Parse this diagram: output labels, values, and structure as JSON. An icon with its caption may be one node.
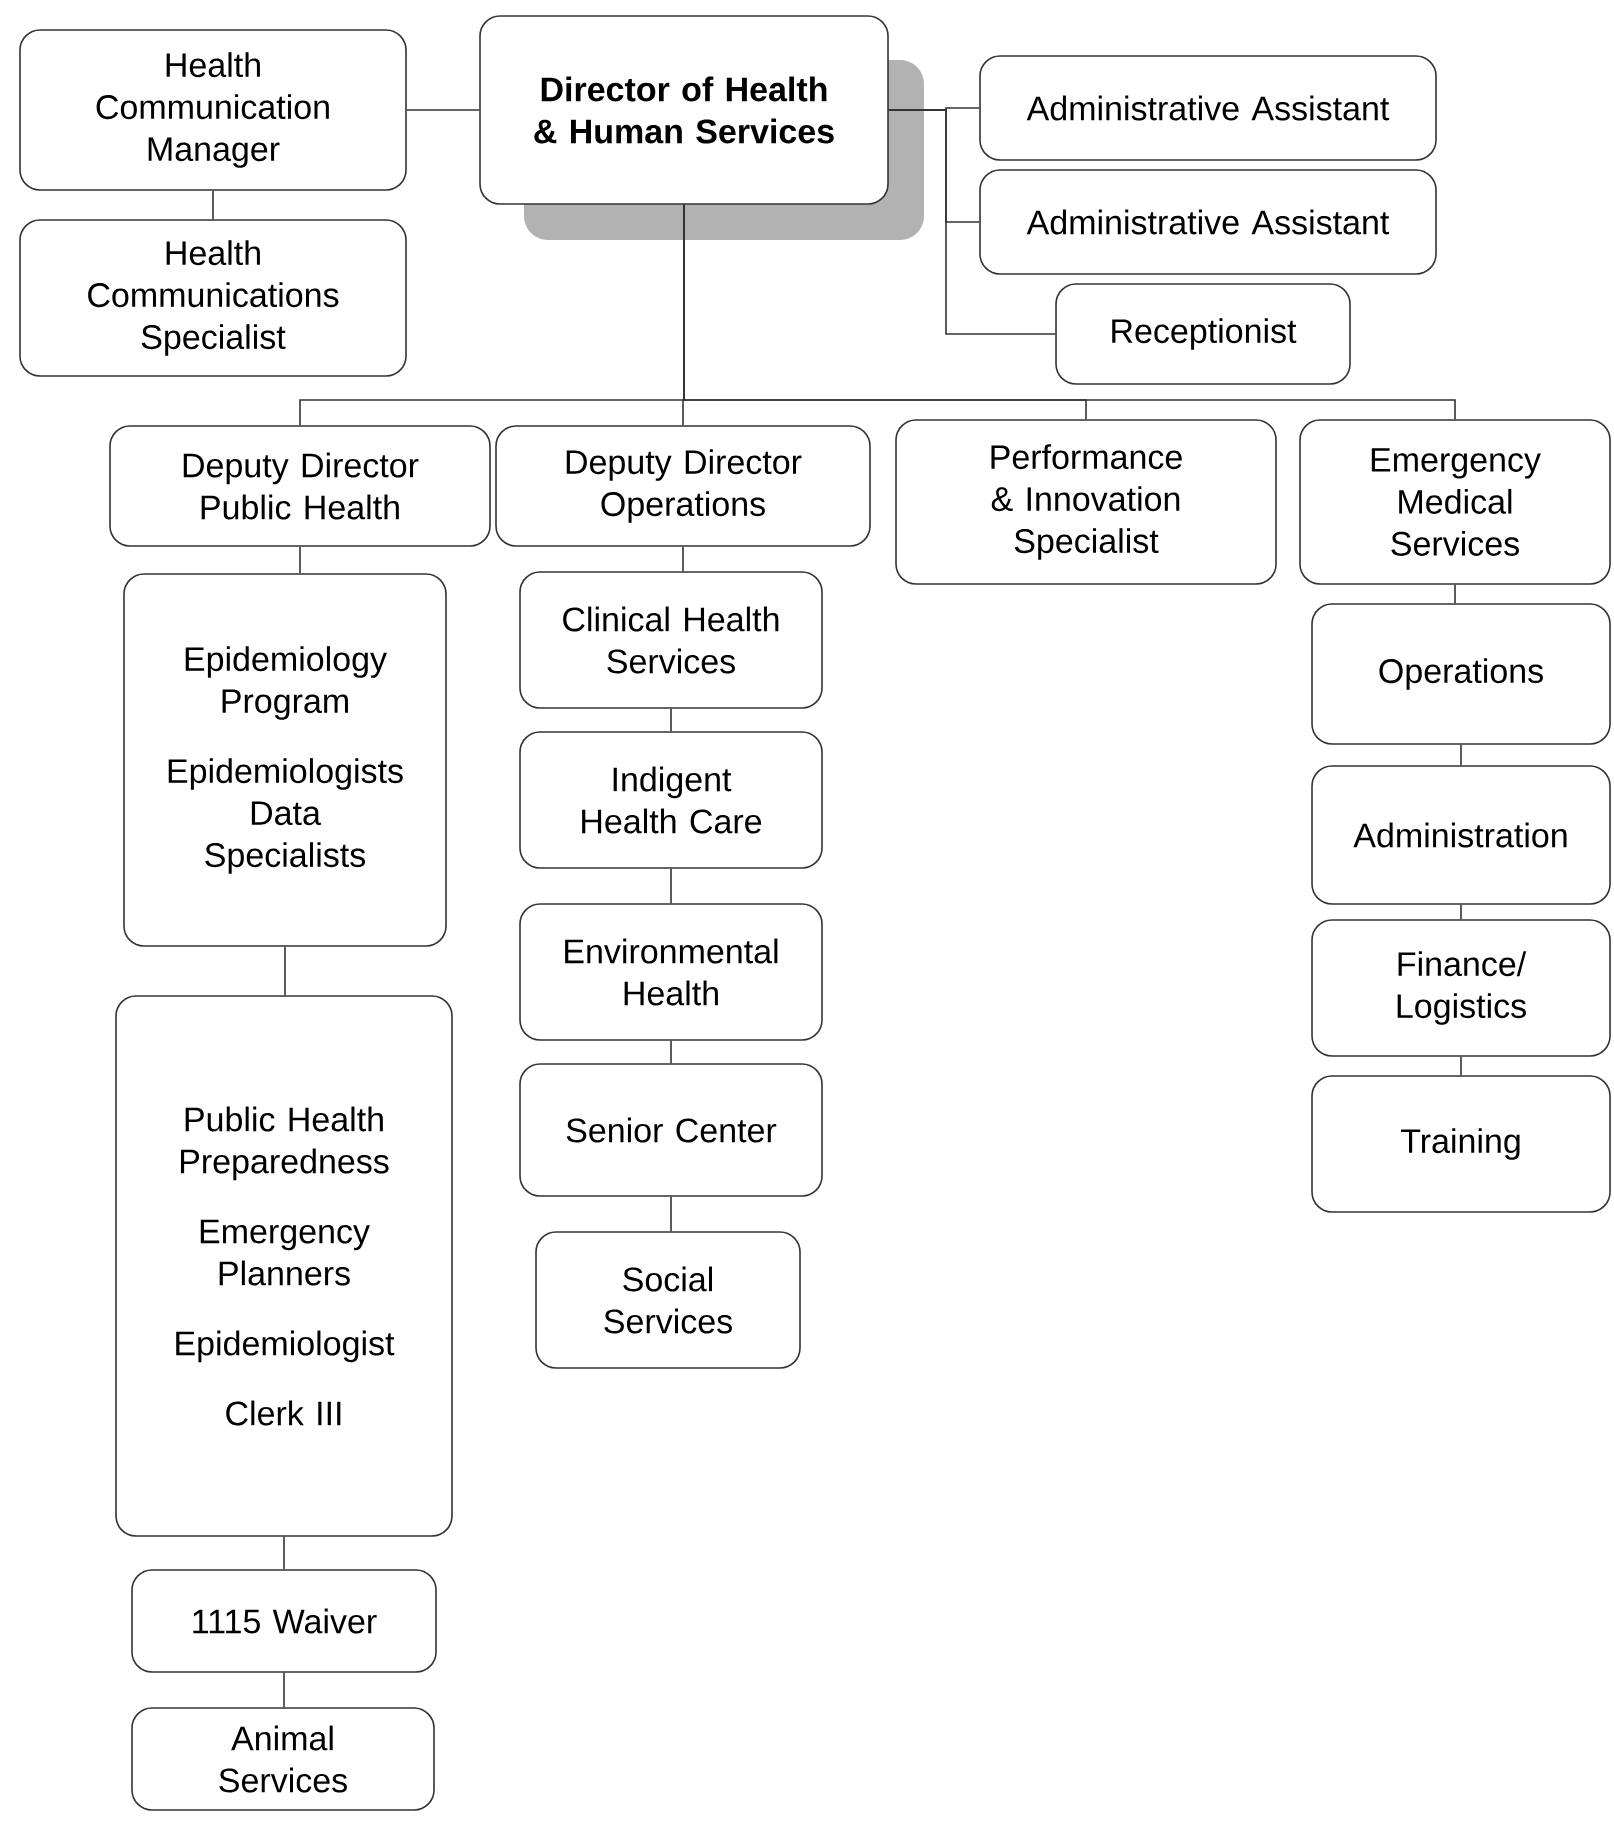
{
  "diagram": {
    "nodes": [
      {
        "text": [
          "Director of Health & Human Services"
        ]
      },
      {
        "text": [
          "Health Communication Manager"
        ]
      },
      {
        "text": [
          "Health Communications Specialist"
        ]
      },
      {
        "text": [
          "Administrative Assistant"
        ]
      },
      {
        "text": [
          "Administrative Assistant"
        ]
      },
      {
        "text": [
          "Receptionist"
        ]
      },
      {
        "text": [
          "Deputy Director Public Health"
        ]
      },
      {
        "text": [
          "Deputy Director Operations"
        ]
      },
      {
        "text": [
          "Performance & Innovation Specialist"
        ]
      },
      {
        "text": [
          "Emergency Medical Services"
        ]
      },
      {
        "text": [
          "Epidemiology Program",
          "Epidemiologists Data Specialists"
        ]
      },
      {
        "text": [
          "Public Health Preparedness",
          "Emergency Planners",
          "Epidemiologist",
          "Clerk III"
        ]
      },
      {
        "text": [
          "1115 Waiver"
        ]
      },
      {
        "text": [
          "Animal Services"
        ]
      },
      {
        "text": [
          "Clinical Health Services"
        ]
      },
      {
        "text": [
          "Indigent Health Care"
        ]
      },
      {
        "text": [
          "Environmental Health"
        ]
      },
      {
        "text": [
          "Senior Center"
        ]
      },
      {
        "text": [
          "Social Services"
        ]
      },
      {
        "text": [
          "Operations"
        ]
      },
      {
        "text": [
          "Administration"
        ]
      },
      {
        "text": [
          "Finance/ Logistics"
        ]
      },
      {
        "text": [
          "Training"
        ]
      }
    ],
    "edges": [
      {
        "from": 0,
        "to": 1,
        "arrow": "none"
      },
      {
        "from": 1,
        "to": 2,
        "arrow": "none"
      },
      {
        "from": 0,
        "to": 3,
        "arrow": "none"
      },
      {
        "from": 0,
        "to": 4,
        "arrow": "none"
      },
      {
        "from": 0,
        "to": 5,
        "arrow": "none"
      },
      {
        "from": 0,
        "to": 6,
        "arrow": "none"
      },
      {
        "from": 0,
        "to": 7,
        "arrow": "none"
      },
      {
        "from": 0,
        "to": 8,
        "arrow": "none"
      },
      {
        "from": 0,
        "to": 9,
        "arrow": "none"
      },
      {
        "from": 6,
        "to": 10,
        "arrow": "none"
      },
      {
        "from": 10,
        "to": 11,
        "arrow": "none"
      },
      {
        "from": 11,
        "to": 12,
        "arrow": "none"
      },
      {
        "from": 12,
        "to": 13,
        "arrow": "none"
      },
      {
        "from": 7,
        "to": 14,
        "arrow": "none"
      },
      {
        "from": 14,
        "to": 15,
        "arrow": "none"
      },
      {
        "from": 15,
        "to": 16,
        "arrow": "none"
      },
      {
        "from": 16,
        "to": 17,
        "arrow": "none"
      },
      {
        "from": 17,
        "to": 18,
        "arrow": "none"
      },
      {
        "from": 9,
        "to": 19,
        "arrow": "none"
      },
      {
        "from": 19,
        "to": 20,
        "arrow": "none"
      },
      {
        "from": 20,
        "to": 21,
        "arrow": "none"
      },
      {
        "from": 21,
        "to": 22,
        "arrow": "none"
      }
    ]
  }
}
